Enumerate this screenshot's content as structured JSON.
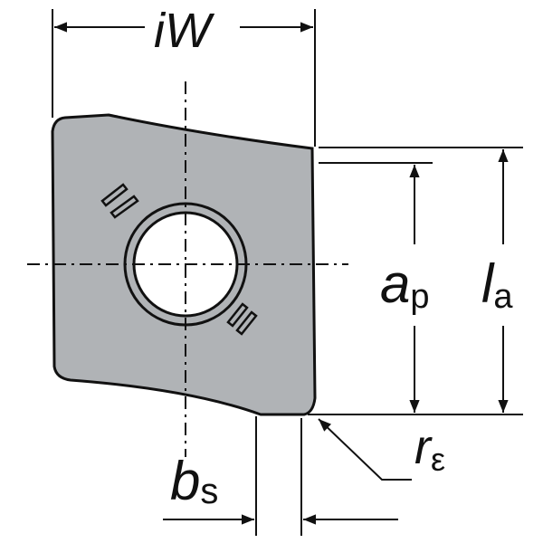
{
  "labels": {
    "iw_main": "iW",
    "ap_main": "a",
    "ap_sub": "p",
    "la_main": "l",
    "la_sub": "a",
    "re_main": "r",
    "re_sub": "ε",
    "bs_main": "b",
    "bs_sub": "s"
  },
  "colors": {
    "insert_fill": "#b0b3b6",
    "line": "#111111",
    "background": "#ffffff"
  }
}
